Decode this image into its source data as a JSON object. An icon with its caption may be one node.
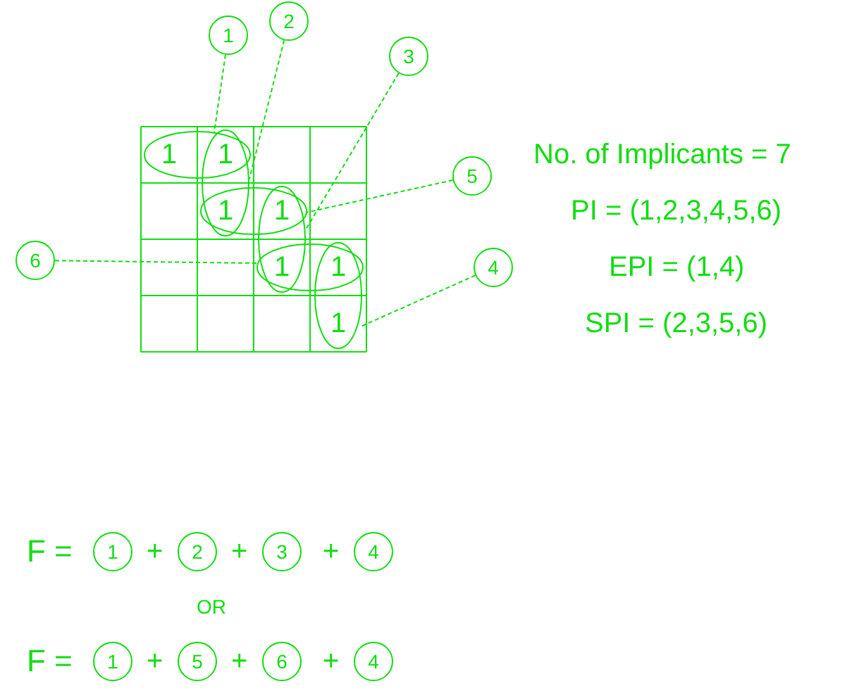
{
  "diagram": {
    "nodes": [
      {
        "text": [
          "2"
        ]
      },
      {
        "text": [
          "1"
        ]
      },
      {
        "text": [
          "3"
        ]
      },
      {
        "text": [
          "5"
        ]
      },
      {
        "text": [
          "6"
        ]
      },
      {
        "text": [
          "4"
        ]
      },
      {
        "text": [],
        "shape": "ellipse"
      },
      {
        "text": [],
        "shape": "ellipse"
      },
      {
        "text": [],
        "shape": "ellipse"
      },
      {
        "text": [],
        "shape": "ellipse"
      },
      {
        "text": [],
        "shape": "ellipse"
      },
      {
        "text": [],
        "shape": "ellipse"
      },
      {
        "text": [
          "1"
        ]
      },
      {
        "text": [
          "2"
        ]
      },
      {
        "text": [
          "3"
        ]
      },
      {
        "text": [
          "4"
        ]
      },
      {
        "text": [
          "1"
        ]
      },
      {
        "text": [
          "5"
        ]
      },
      {
        "text": [
          "6"
        ]
      },
      {
        "text": [
          "4"
        ]
      }
    ],
    "edges": [
      {
        "from": 1,
        "to": 6,
        "arrow": "none",
        "style": "dashed"
      },
      {
        "from": 0,
        "to": 7,
        "arrow": "none",
        "style": "dashed"
      },
      {
        "from": 2,
        "to": 8,
        "arrow": "none",
        "style": "dashed"
      },
      {
        "from": 3,
        "to": 10,
        "arrow": "none",
        "style": "dashed"
      },
      {
        "from": 4,
        "to": 11,
        "arrow": "none",
        "style": "dashed"
      },
      {
        "from": 5,
        "to": 9,
        "arrow": "none",
        "style": "dashed"
      }
    ],
    "labels": [
      "1",
      "1",
      "1",
      "1",
      "1",
      "1",
      "1",
      "No. of Implicants = 7",
      "PI = (1,2,3,4,5,6)",
      "EPI = (1,4)",
      "SPI = (2,3,5,6)",
      "F =",
      "+",
      "+",
      "+",
      "OR",
      "F =",
      "+",
      "+",
      "+"
    ]
  }
}
